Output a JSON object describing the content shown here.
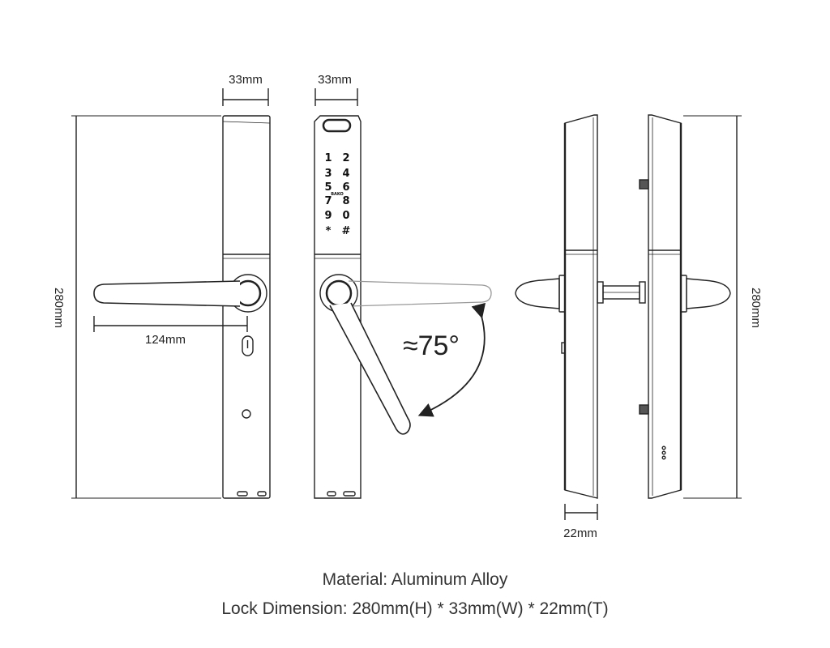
{
  "front_view": {
    "width_label": "33mm",
    "height_label": "280mm",
    "handle_length_label": "124mm"
  },
  "keypad_view": {
    "width_label": "33mm",
    "keys": [
      "1",
      "2",
      "3",
      "4",
      "5",
      "6",
      "7",
      "8",
      "9",
      "0",
      "*",
      "#"
    ],
    "small_key_text": "BAKO",
    "rotation_label": "≈75°"
  },
  "side_view": {
    "thickness_label": "22mm",
    "height_label": "280mm"
  },
  "captions": {
    "material": "Material: Aluminum Alloy",
    "dimension": "Lock Dimension: 280mm(H) * 33mm(W) * 22mm(T)"
  }
}
